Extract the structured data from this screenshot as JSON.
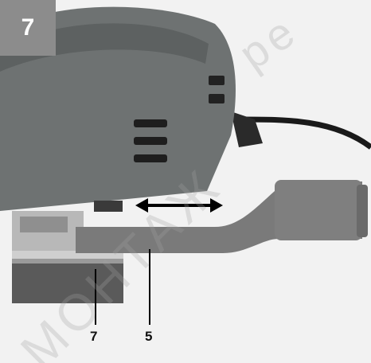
{
  "figure": {
    "step_number": "7",
    "callouts": {
      "foot_plate": "7",
      "extraction_adapter": "5"
    },
    "watermark": {
      "text_1": "МОНТАЖ",
      "text_2": "pe"
    }
  },
  "colors": {
    "background": "#f2f2f2",
    "tool_body": "#6e7272",
    "adapter": "#7a7a7a",
    "badge": "#8c8c8c",
    "arrow": "#000000"
  }
}
